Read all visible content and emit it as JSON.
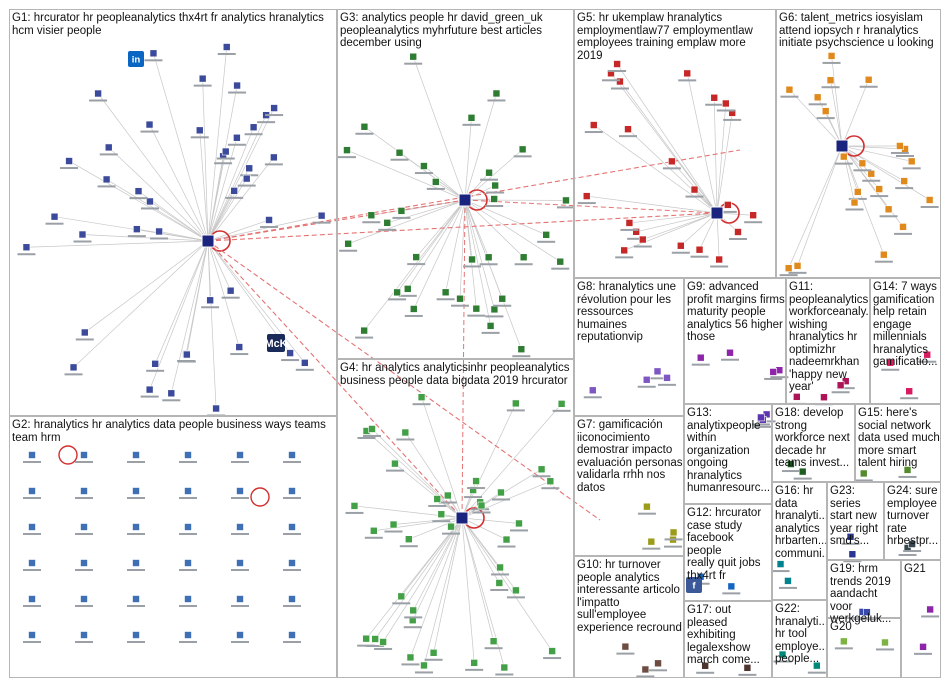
{
  "groups": [
    {
      "id": "G1",
      "label": "G1: hrcurator hr peopleanalytics thx4rt fr analytics hranalytics\nhcm visier people",
      "color": "#3b4a9a",
      "nodes": 42
    },
    {
      "id": "G2",
      "label": "G2: hranalytics hr analytics data people business ways teams\nteam hrm",
      "color": "#3f6fb5",
      "nodes": 36
    },
    {
      "id": "G3",
      "label": "G3: analytics people hr david_green_uk\npeopleanalytics myhrfuture best articles\ndecember using",
      "color": "#2e7d32",
      "nodes": 34
    },
    {
      "id": "G4",
      "label": "G4: hr analytics analyticsinhr peopleanalytics\nbusiness people data bigdata 2019 hrcurator",
      "color": "#43a047",
      "nodes": 40
    },
    {
      "id": "G5",
      "label": "G5: hr ukemplaw hranalytics\nemploymentlaw77 employmentlaw\nemployees training emplaw more 2019",
      "color": "#c62828",
      "nodes": 22
    },
    {
      "id": "G6",
      "label": "G6: talent_metrics iosyislam\nattend iopsych r hranalytics\ninitiate psychscience u looking",
      "color": "#e08a1e",
      "nodes": 22
    },
    {
      "id": "G7",
      "label": "G7: gamificación\niiconocimiento\ndemostrar impacto\nevaluación personas\nvalidarla rrhh nos\ndatos",
      "color": "#9c9c1a",
      "nodes": 4
    },
    {
      "id": "G8",
      "label": "G8: hranalytics une\nrévolution pour les\nressources\nhumaines\nreputationvip",
      "color": "#7e57c2",
      "nodes": 4
    },
    {
      "id": "G9",
      "label": "G9: advanced\nprofit margins firms\nmaturity people\nanalytics 56 higher\nthose",
      "color": "#8e24aa",
      "nodes": 4
    },
    {
      "id": "G10",
      "label": "G10: hr turnover\npeople analytics\ninteressante articolo\nl'impatto\nsull'employee\nexperience recround",
      "color": "#6d4c41",
      "nodes": 3
    },
    {
      "id": "G11",
      "label": "G11: peopleanalytics\nworkforceanaly...\nwishing\nhranalytics hr\noptimizhr\nnadeemrkhan\n'happy new\nyear'",
      "color": "#ad1457",
      "nodes": 4
    },
    {
      "id": "G12",
      "label": "G12: hrcurator\ncase study\nfacebook people\nreally quit jobs\nthx4rt fr",
      "color": "#1565c0",
      "nodes": 2
    },
    {
      "id": "G13",
      "label": "G13:\nanalytixpeople\nwithin\norganization\nongoing\nhranalytics\nhumanresourc...",
      "color": "#5e35b1",
      "nodes": 3
    },
    {
      "id": "G14",
      "label": "G14: 7 ways\ngamification\nhelp retain\nengage\nmillennials\nhranalytics\ngamificatio...",
      "color": "#d81b60",
      "nodes": 3
    },
    {
      "id": "G15",
      "label": "G15: here's\nsocial network\ndata used much\nmore smart\ntalent hiring",
      "color": "#558b2f",
      "nodes": 2
    },
    {
      "id": "G16",
      "label": "G16: hr\ndata\nhranalyti...\nanalytics\nhrbarten...\ncommuni...",
      "color": "#00838f",
      "nodes": 2
    },
    {
      "id": "G17",
      "label": "G17: out\npleased\nexhibiting\nlegalexshow\nmarch come...",
      "color": "#4e342e",
      "nodes": 2
    },
    {
      "id": "G18",
      "label": "G18: develop\nstrong\nworkforce next\ndecade hr\nteams invest...",
      "color": "#1b5e20",
      "nodes": 2
    },
    {
      "id": "G19",
      "label": "G19: hrm\ntrends 2019\naandacht voor\nwerkgeluk...",
      "color": "#3949ab",
      "nodes": 2
    },
    {
      "id": "G20",
      "label": "G20",
      "color": "#7cb342",
      "nodes": 2
    },
    {
      "id": "G21",
      "label": "G21",
      "color": "#8e24aa",
      "nodes": 2
    },
    {
      "id": "G22",
      "label": "G22:\nhranalyti...\nhr tool\nemploye...\npeople...",
      "color": "#00897b",
      "nodes": 2
    },
    {
      "id": "G23",
      "label": "G23:\nseries\nstart new\nyear right\nsmd's...",
      "color": "#283593",
      "nodes": 2
    },
    {
      "id": "G24",
      "label": "G24: sure\nemployee\nturnover\nrate\nhrbestpr...",
      "color": "#37474f",
      "nodes": 2
    }
  ],
  "colors": {
    "edge": "#c7c7c7",
    "edge_hub": "#e57373",
    "hub_node": "#1a237e",
    "node_outline": "#ffffff",
    "label_text": "#1a1a1a"
  },
  "icons": {
    "linkedin": "linkedin-logo-icon",
    "mckinsey": "mckinsey-logo-icon",
    "facebook": "facebook-logo-icon"
  }
}
